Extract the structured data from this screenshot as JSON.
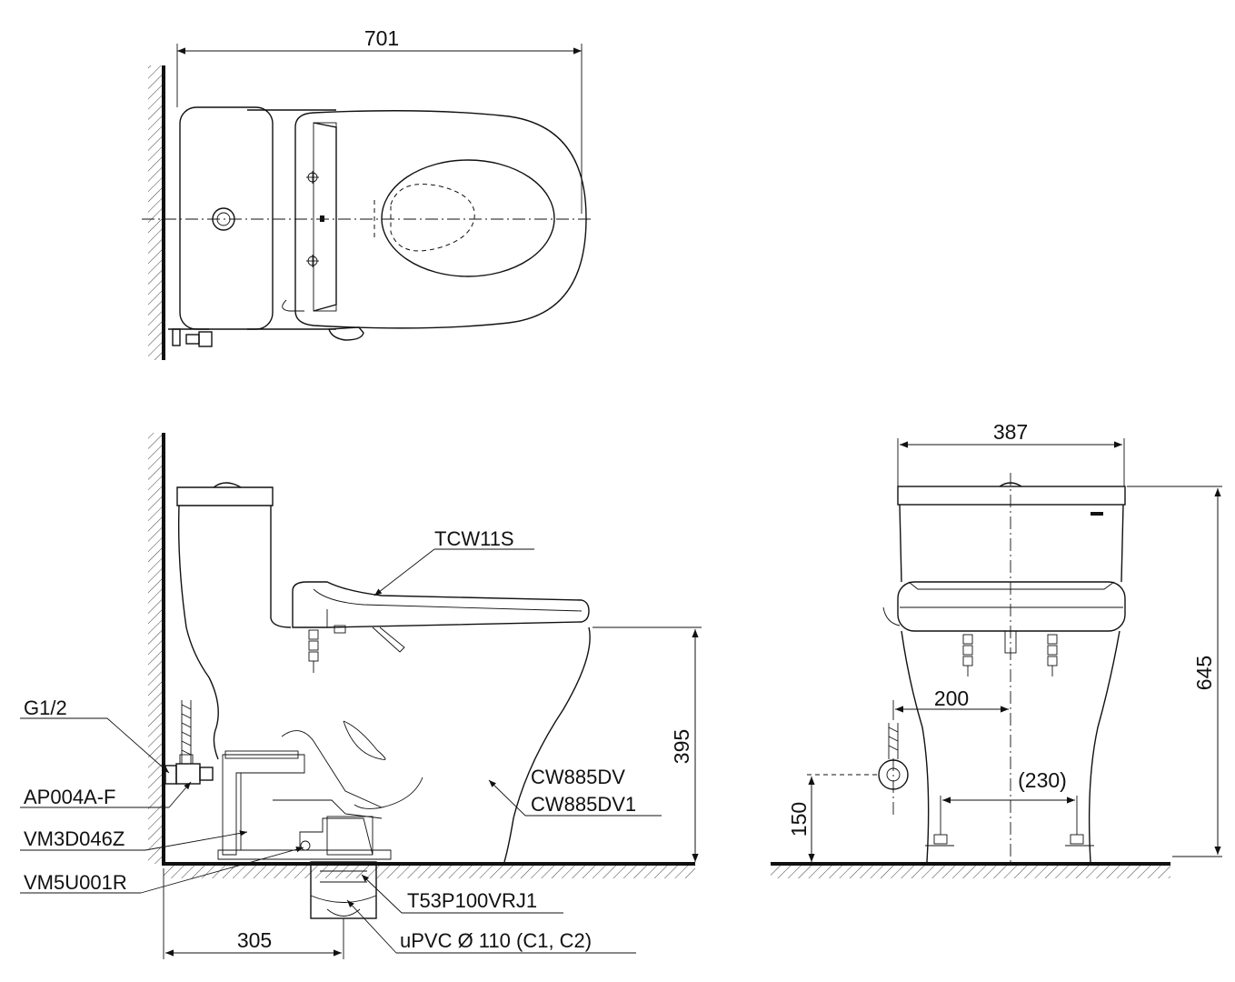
{
  "dimensions": {
    "top_width": "701",
    "front_width": "387",
    "front_height": "645",
    "side_bowl_height": "395",
    "rough_in": "305",
    "supply_offset": "200",
    "foot_spacing": "(230)",
    "supply_height": "150"
  },
  "part_labels": {
    "seat": "TCW11S",
    "supply_thread": "G1/2",
    "angle_valve": "AP004A-F",
    "part_vm3d": "VM3D046Z",
    "part_vm5u": "VM5U001R",
    "body_a": "CW885DV",
    "body_b": "CW885DV1",
    "flange": "T53P100VRJ1",
    "drain_pipe": "uPVC Ø 110 (C1, C2)"
  },
  "colors": {
    "line": "#111111",
    "background": "#ffffff"
  }
}
